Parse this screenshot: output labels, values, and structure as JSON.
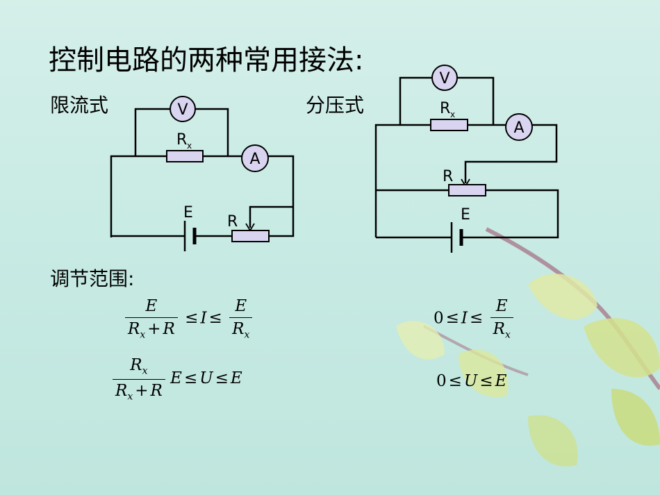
{
  "title": "控制电路的两种常用接法:",
  "circuit_left": {
    "label": "限流式",
    "voltmeter": "V",
    "ammeter": "A",
    "resistor_main": "R",
    "resistor_main_sub": "x",
    "rheostat": "R",
    "source": "E"
  },
  "circuit_right": {
    "label": "分压式",
    "voltmeter": "V",
    "ammeter": "A",
    "resistor_main": "R",
    "resistor_main_sub": "x",
    "rheostat": "R",
    "source": "E"
  },
  "range_label": "调节范围:",
  "formulas": {
    "E": "E",
    "Rx": "R",
    "x": "x",
    "R": "R",
    "I": "I",
    "U": "U",
    "leq": "≤",
    "plus": "+",
    "zero": "0"
  },
  "colors": {
    "meter_fill": "#d9d4ef",
    "resistor_fill": "#d9d4ef",
    "wire": "#000000",
    "leaf_light": "#dfe9a6",
    "leaf_mid": "#c9dc7c",
    "branch": "#a97a8c"
  }
}
